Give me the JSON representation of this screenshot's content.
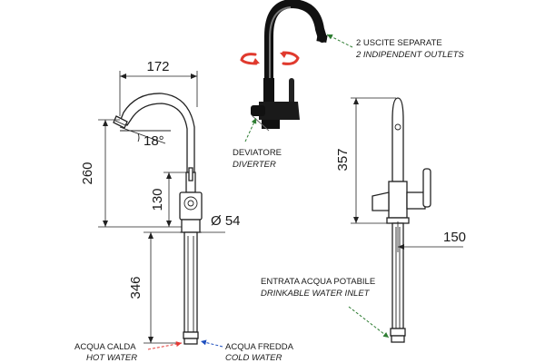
{
  "dimensions": {
    "width_172": "172",
    "height_260": "260",
    "height_130": "130",
    "angle_18": "18°",
    "diameter_54": "Ø 54",
    "length_346": "346",
    "height_357": "357",
    "depth_150": "150"
  },
  "labels": {
    "outlets_it": "2 USCITE  SEPARATE",
    "outlets_en": "2 INDIPENDENT OUTLETS",
    "diverter_it": "DEVIATORE",
    "diverter_en": "DIVERTER",
    "inlet_it": "ENTRATA ACQUA POTABILE",
    "inlet_en": "DRINKABLE WATER INLET",
    "hot_it": "ACQUA CALDA",
    "hot_en": "HOT WATER",
    "cold_it": "ACQUA FREDDA",
    "cold_en": "COLD WATER"
  },
  "colors": {
    "rotation_arrow": "#e03a2e",
    "leader_green": "#2e7d32",
    "hot_leader": "#e53935",
    "cold_leader": "#1e4fbf",
    "line": "#222222",
    "faucet_photo": "#111111"
  },
  "icons": {
    "rotation_left": "rotate-arrow-icon",
    "rotation_right": "rotate-arrow-icon"
  }
}
